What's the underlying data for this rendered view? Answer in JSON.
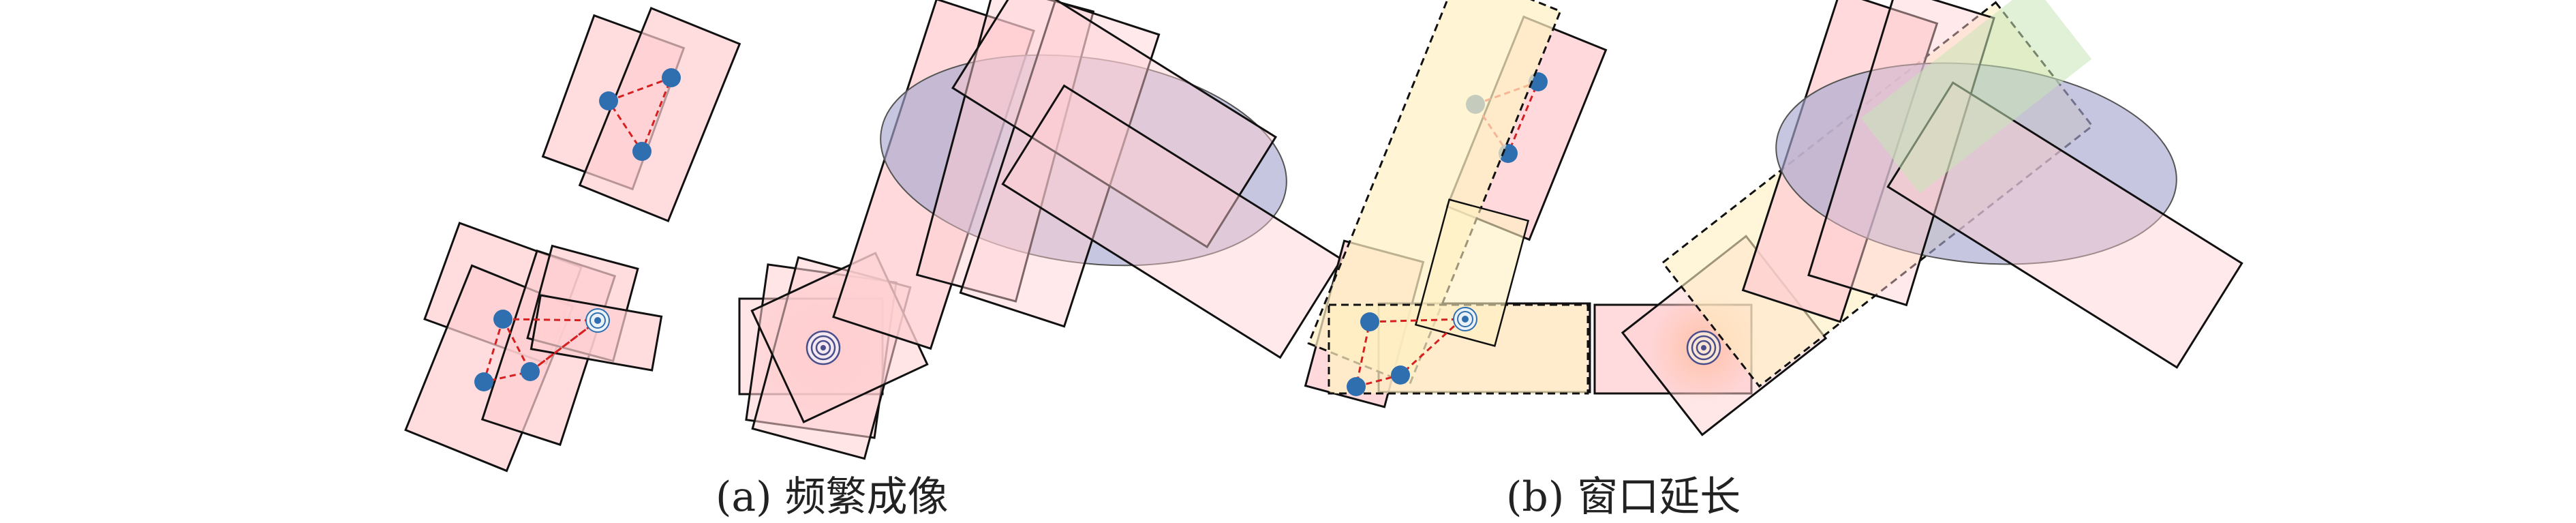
{
  "captions": {
    "a": "(a) 频繁成像",
    "b": "(b) 窗口延长"
  },
  "colors": {
    "window_fill": "#ffcfd2",
    "extended_window_fill": "#fff0c2",
    "target_region_fill": "#a7a7cf",
    "point_fill": "#2f6fb0",
    "link_line": "#d62020",
    "outline": "#111111"
  },
  "icons": {
    "point_target": "blue-dot",
    "spot_target": "concentric-ring-target"
  }
}
